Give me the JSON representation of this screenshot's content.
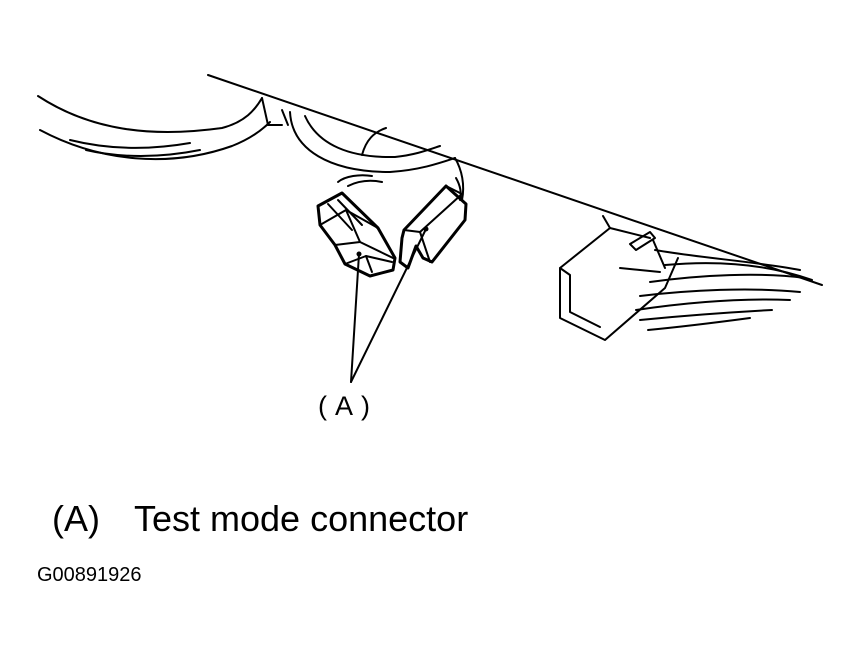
{
  "figure": {
    "callout_label": "( A )",
    "legend": {
      "key": "(A)",
      "text": "Test mode connector"
    },
    "figure_id": "G00891926"
  },
  "colors": {
    "line": "#000000",
    "background": "#ffffff"
  }
}
